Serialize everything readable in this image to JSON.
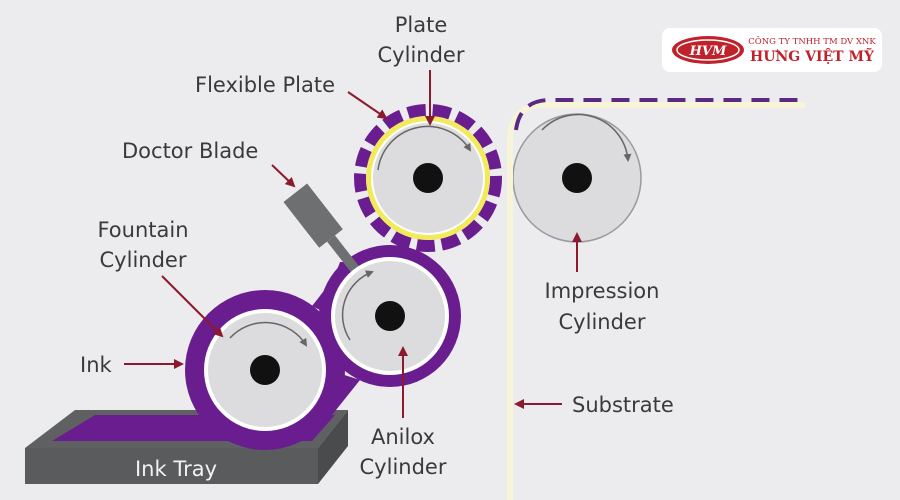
{
  "labels": {
    "plate_line1": "Plate",
    "plate_line2": "Cylinder",
    "flexible_plate": "Flexible Plate",
    "doctor_blade": "Doctor Blade",
    "fountain_line1": "Fountain",
    "fountain_line2": "Cylinder",
    "ink": "Ink",
    "impression_line1": "Impression",
    "impression_line2": "Cylinder",
    "substrate": "Substrate",
    "anilox_line1": "Anilox",
    "anilox_line2": "Cylinder",
    "ink_tray": "Ink Tray"
  },
  "logo": {
    "mark": "HVM",
    "company_line": "CÔNG TY TNHH TM DV XNK",
    "company_name": "HƯNG VIỆT MỸ"
  },
  "colors": {
    "ink_purple": "#6a1d8e",
    "plate_yellow": "#f1ea5a",
    "substrate_cream": "#f7f4d8",
    "arrow_red": "#8b1a2c",
    "cylinder_gray": "#dcdcde",
    "tray_gray": "#5f6062",
    "logo_red": "#c0222b"
  }
}
